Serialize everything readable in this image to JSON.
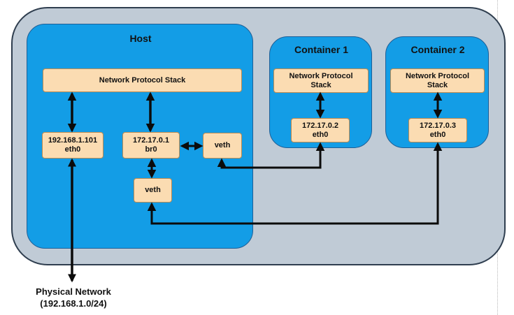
{
  "colors": {
    "outer_fill": "#c0cbd6",
    "panel_fill": "#139de6",
    "box_fill": "#fbdcb2",
    "line": "#0b0b0b"
  },
  "host": {
    "title": "Host",
    "stack": "Network Protocol Stack",
    "eth0": "192.168.1.101\neth0",
    "bridge": "172.17.0.1\nbr0",
    "veth_right": "veth",
    "veth_bottom": "veth"
  },
  "container1": {
    "title": "Container 1",
    "stack": "Network Protocol\nStack",
    "eth0": "172.17.0.2\neth0"
  },
  "container2": {
    "title": "Container 2",
    "stack": "Network Protocol\nStack",
    "eth0": "172.17.0.3\neth0"
  },
  "physical_network": {
    "label": "Physical Network",
    "subnet": "(192.168.1.0/24)"
  }
}
